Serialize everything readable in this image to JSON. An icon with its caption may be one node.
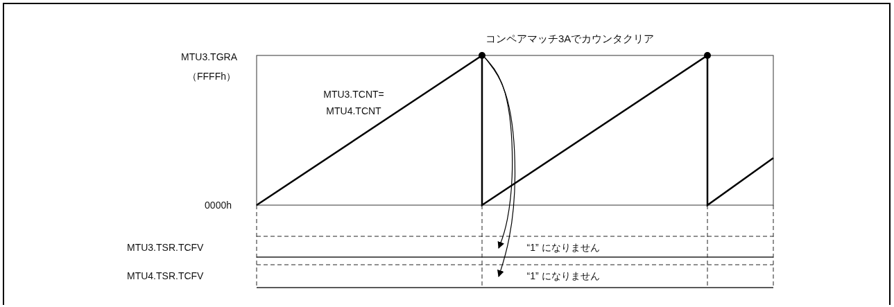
{
  "diagram": {
    "nodes": [
      {
        "text": [],
        "shape": "circle"
      },
      {
        "text": [],
        "shape": "circle"
      },
      {
        "text": [
          "“1” になりません"
        ]
      },
      {
        "text": [
          "“1” になりません"
        ]
      }
    ],
    "edges": [
      {
        "from": 0,
        "to": 2,
        "arrow": "to"
      },
      {
        "from": 0,
        "to": 3,
        "arrow": "to"
      }
    ],
    "labels": [
      "コンペアマッチ3Aでカウンタクリア",
      "MTU3.TGRA",
      "（FFFFh）",
      "MTU3.TCNT= MTU4.TCNT",
      "0000h",
      "MTU3.TSR.TCFV",
      "MTU4.TSR.TCFV"
    ]
  }
}
